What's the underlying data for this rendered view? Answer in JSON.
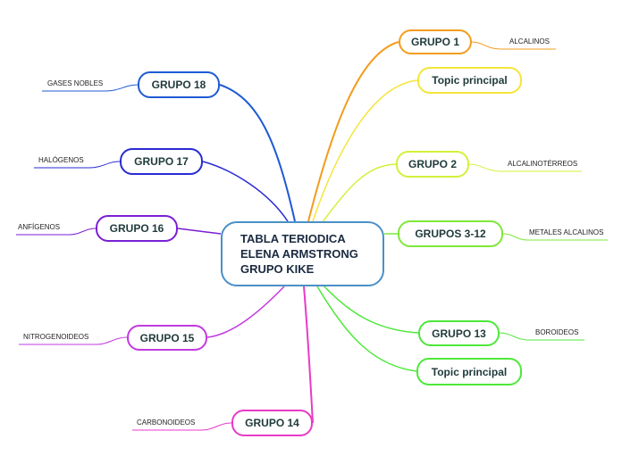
{
  "central": {
    "lines": [
      "TABLA TERIODICA",
      "ELENA ARMSTRONG",
      "GRUPO KIKE"
    ],
    "border": "#4a90c8"
  },
  "nodes": {
    "grupo1": {
      "label": "GRUPO 1",
      "color": "#f39c1e"
    },
    "topic1": {
      "label": "Topic principal",
      "color": "#f4e53a"
    },
    "grupo2": {
      "label": "GRUPO 2",
      "color": "#d4f03a"
    },
    "grupos3_12": {
      "label": "GRUPOS 3-12",
      "color": "#7ee83a"
    },
    "grupo13": {
      "label": "GRUPO 13",
      "color": "#4ee83a"
    },
    "topic2": {
      "label": "Topic principal",
      "color": "#4ee83a"
    },
    "grupo14": {
      "label": "GRUPO 14",
      "color": "#e83ac8"
    },
    "grupo15": {
      "label": "GRUPO 15",
      "color": "#c23ae0"
    },
    "grupo16": {
      "label": "GRUPO 16",
      "color": "#7a1fd4"
    },
    "grupo17": {
      "label": "GRUPO 17",
      "color": "#2a2ad4"
    },
    "grupo18": {
      "label": "GRUPO 18",
      "color": "#1f5ad4"
    }
  },
  "leaves": {
    "alcalinos": "ALCALINOS",
    "alcalinoterreos": "ALCALINOTÉRREOS",
    "metales": "METALES ALCALINOS",
    "boroideos": "BOROIDEOS",
    "carbonoideos": "CARBONOIDEOS",
    "nitrogenoideos": "NITROGENOIDEOS",
    "anfigenos": "ANFÍGENOS",
    "halogenos": "HALÓGENOS",
    "gases": "GASES NOBLES"
  }
}
